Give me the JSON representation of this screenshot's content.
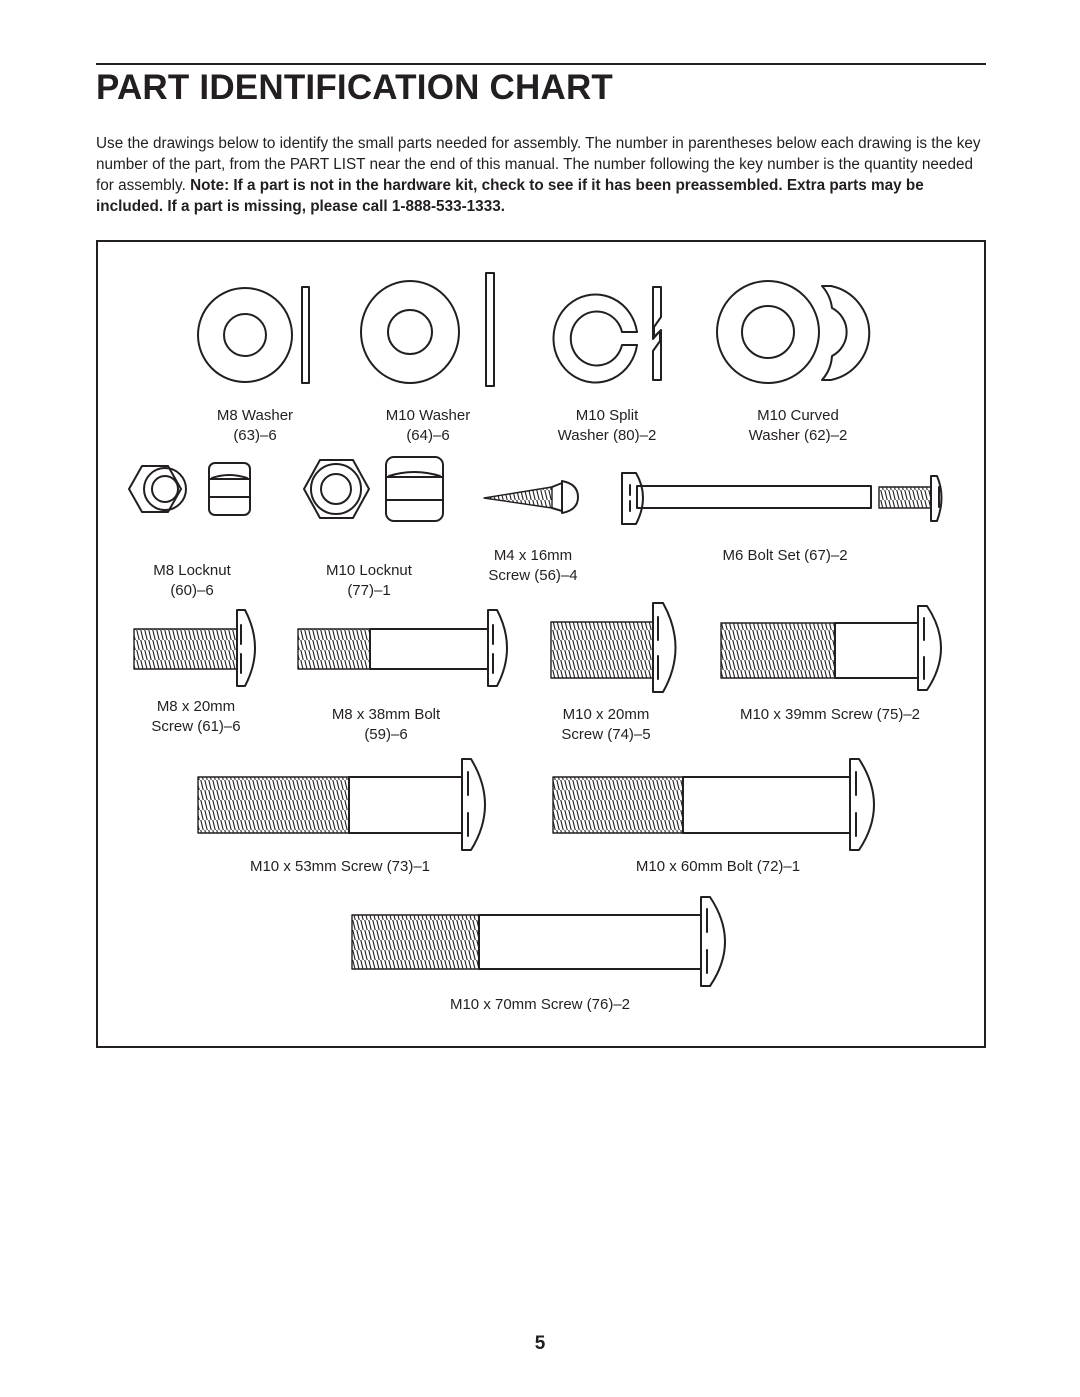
{
  "page": {
    "title": "PART IDENTIFICATION CHART",
    "intro_plain": "Use the drawings below to identify the small parts needed for assembly. The number in parentheses below each drawing is the key number of the part, from the PART LIST near the end of this manual. The number following the key number is the quantity needed for assembly. ",
    "intro_bold": "Note: If a part is not in the hardware kit, check to see if it has been preassembled. Extra parts may be included. If a part is missing, please call 1-888-533-1333.",
    "page_number": "5"
  },
  "parts": {
    "m8_washer": {
      "name": "M8 Washer",
      "key": "(63)–6"
    },
    "m10_washer": {
      "name": "M10 Washer",
      "key": "(64)–6"
    },
    "m10_split_washer": {
      "name": "M10 Split",
      "key": "Washer (80)–2"
    },
    "m10_curved_washer": {
      "name": "M10 Curved",
      "key": "Washer (62)–2"
    },
    "m8_locknut": {
      "name": "M8 Locknut",
      "key": "(60)–6"
    },
    "m10_locknut": {
      "name": "M10 Locknut",
      "key": "(77)–1"
    },
    "m4_screw": {
      "name": "M4 x 16mm",
      "key": "Screw (56)–4"
    },
    "m6_bolt_set": {
      "name": "M6 Bolt Set (67)–2"
    },
    "m8_20_screw": {
      "name": "M8 x 20mm",
      "key": "Screw (61)–6"
    },
    "m8_38_bolt": {
      "name": "M8 x 38mm Bolt",
      "key": "(59)–6"
    },
    "m10_20_screw": {
      "name": "M10 x 20mm",
      "key": "Screw (74)–5"
    },
    "m10_39_screw": {
      "name": "M10 x 39mm Screw (75)–2"
    },
    "m10_53_screw": {
      "name": "M10 x 53mm Screw (73)–1"
    },
    "m10_60_bolt": {
      "name": "M10 x 60mm Bolt (72)–1"
    },
    "m10_70_screw": {
      "name": "M10 x 70mm Screw (76)–2"
    }
  },
  "colors": {
    "ink": "#231f20",
    "paper": "#ffffff"
  }
}
